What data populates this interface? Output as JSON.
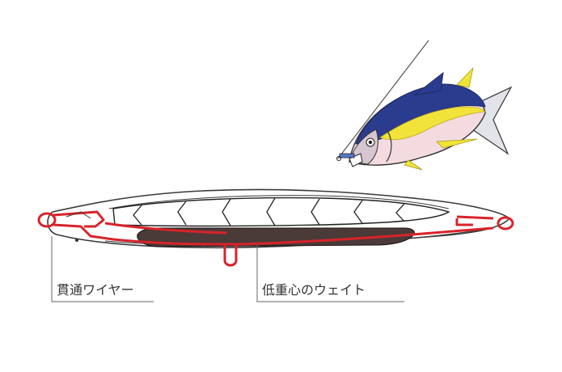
{
  "labels": {
    "through_wire": "貫通ワイヤー",
    "low_center_weight": "低重心のウェイト"
  },
  "colors": {
    "wire": "#d8232a",
    "weight": "#4a3a38",
    "outline": "#3a3a3a",
    "leader": "#555555",
    "tuna_body_dark": "#2b3c8f",
    "tuna_yellow": "#f2e33a",
    "tuna_belly": "#f3dbe0"
  },
  "icons": {
    "tuna": "tuna-fish-illustration"
  }
}
